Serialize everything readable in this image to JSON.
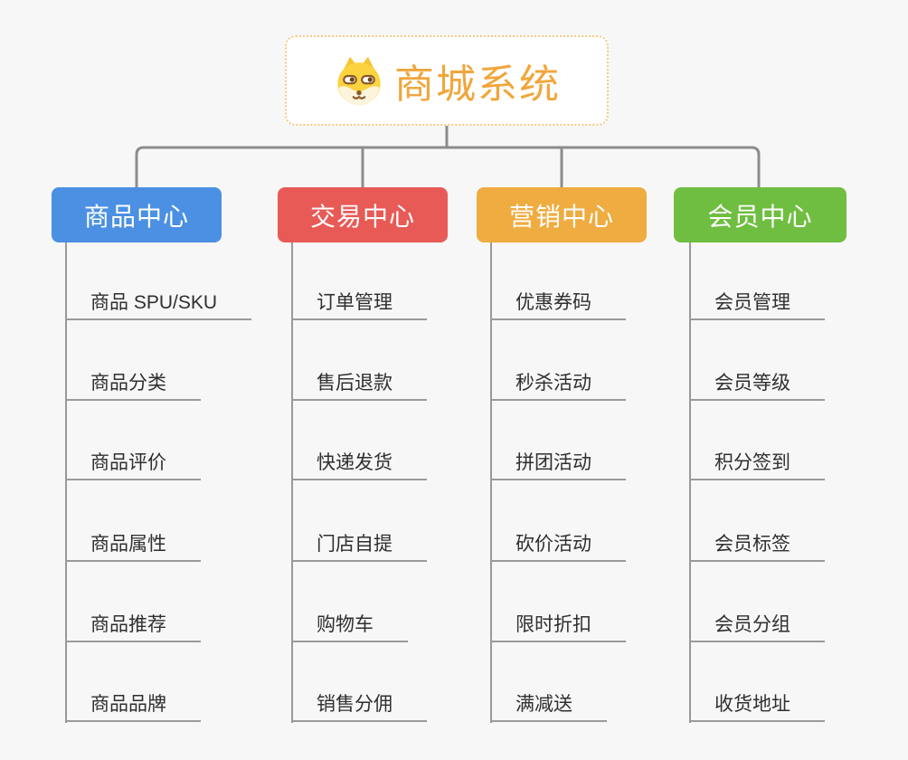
{
  "root": {
    "title": "商城系统",
    "icon": "shiba-dog-icon",
    "text_color": "#F0A63C",
    "border_color": "#F5C783",
    "background": "#FFFFFF"
  },
  "branches": [
    {
      "label": "商品中心",
      "color": "#4B90E2",
      "items": [
        "商品 SPU/SKU",
        "商品分类",
        "商品评价",
        "商品属性",
        "商品推荐",
        "商品品牌"
      ]
    },
    {
      "label": "交易中心",
      "color": "#E85A56",
      "items": [
        "订单管理",
        "售后退款",
        "快递发货",
        "门店自提",
        "购物车",
        "销售分佣"
      ]
    },
    {
      "label": "营销中心",
      "color": "#EFAC41",
      "items": [
        "优惠券码",
        "秒杀活动",
        "拼团活动",
        "砍价活动",
        "限时折扣",
        "满减送"
      ]
    },
    {
      "label": "会员中心",
      "color": "#70BE41",
      "items": [
        "会员管理",
        "会员等级",
        "积分签到",
        "会员标签",
        "会员分组",
        "收货地址"
      ]
    }
  ],
  "connectors": {
    "tree_color": "#8C8C8C",
    "column_color": "#999999",
    "underline_color": "#9A9A9A"
  },
  "background_color": "#F7F7F7"
}
